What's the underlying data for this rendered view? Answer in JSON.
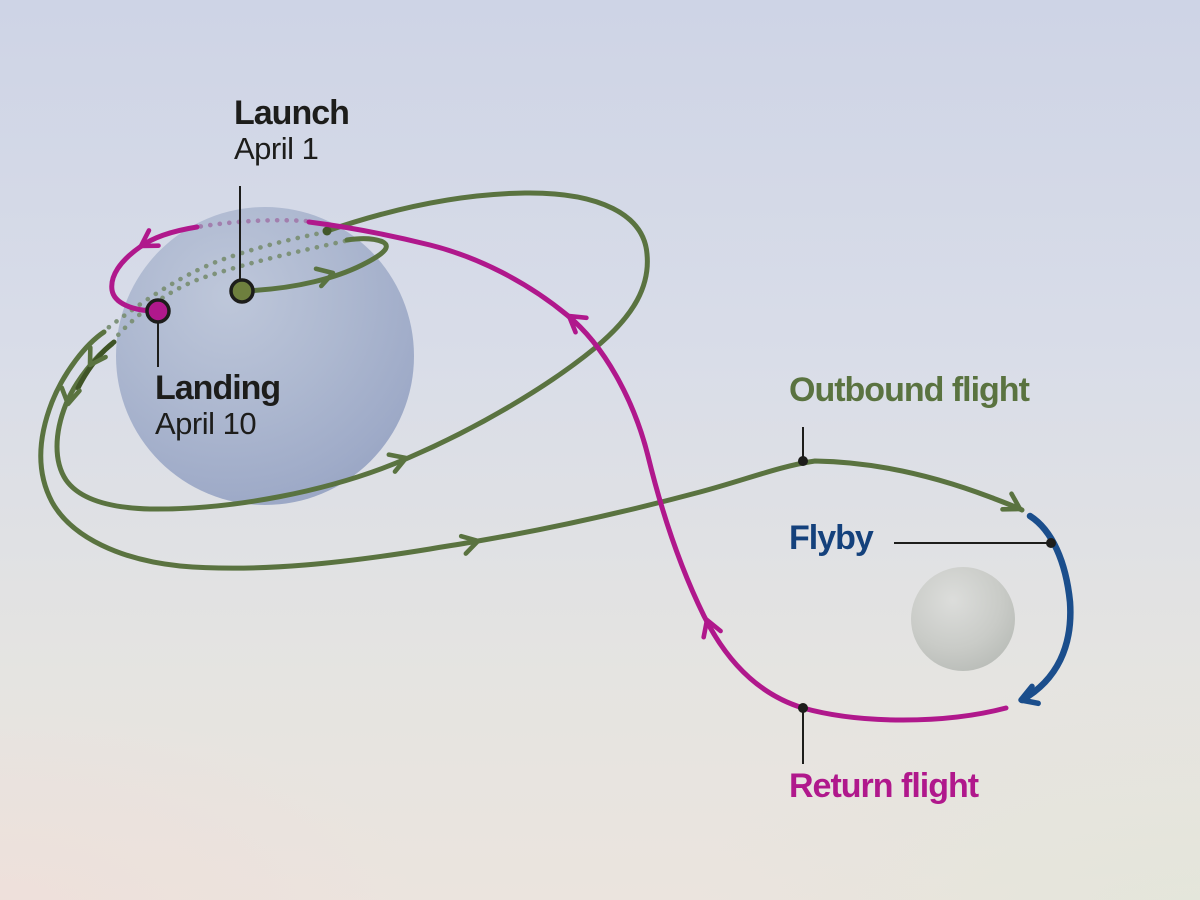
{
  "diagram": {
    "launch": {
      "title": "Launch",
      "date": "April 1"
    },
    "landing": {
      "title": "Landing",
      "date": "April 10"
    },
    "outbound_label": "Outbound flight",
    "flyby_label": "Flyby",
    "return_label": "Return flight"
  },
  "colors": {
    "outbound_green": "#5a7340",
    "return_magenta": "#b0188c",
    "flyby_blue": "#1b4e8c",
    "flyby_text_blue": "#14417c",
    "text_black": "#1d1d1b",
    "earth_blue": "#a6b1cc",
    "moon_gray": "#c3c5c2",
    "background_top": "#ced4e6",
    "background_bottom_left": "#ece3de",
    "background_bottom_right": "#e9eae5"
  }
}
